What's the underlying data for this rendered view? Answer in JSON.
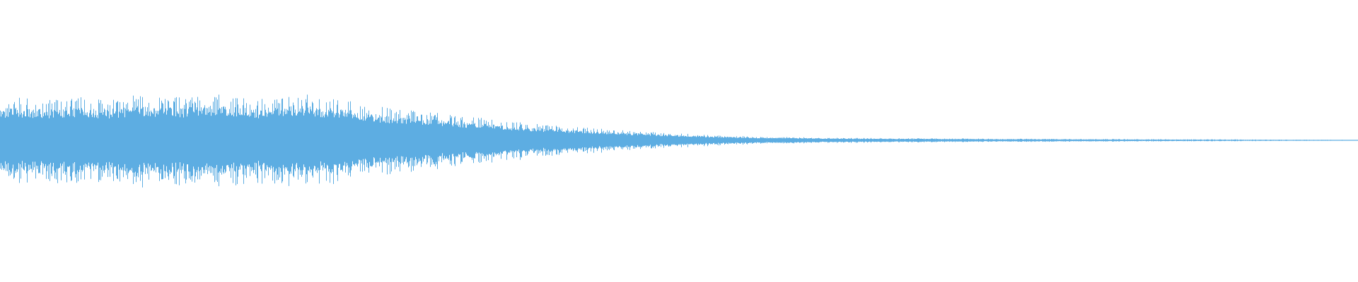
{
  "waveform": {
    "color": "#5dade2",
    "amplitude_envelope": [
      0.57,
      0.58,
      0.55,
      0.6,
      0.57,
      0.56,
      0.62,
      0.6,
      0.58,
      0.63,
      0.61,
      0.55,
      0.6,
      0.64,
      0.58,
      0.55,
      0.48,
      0.43,
      0.4,
      0.37,
      0.33,
      0.3,
      0.26,
      0.23,
      0.2,
      0.18,
      0.16,
      0.14,
      0.12,
      0.1,
      0.085,
      0.07,
      0.06,
      0.05,
      0.045,
      0.04,
      0.035,
      0.032,
      0.03,
      0.028,
      0.026,
      0.025,
      0.024,
      0.022,
      0.021,
      0.02,
      0.019,
      0.018,
      0.017,
      0.016,
      0.015,
      0.014,
      0.013,
      0.012,
      0.011,
      0.01,
      0.009,
      0.008,
      0.007,
      0.006
    ]
  }
}
